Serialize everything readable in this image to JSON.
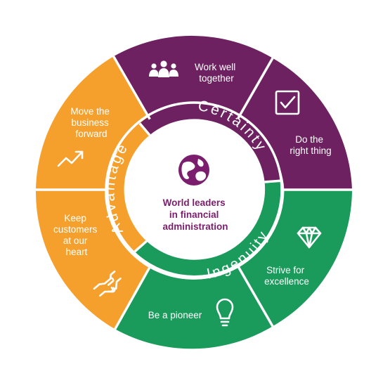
{
  "colors": {
    "purple": "#6e2160",
    "orange": "#f5a02c",
    "green": "#1a9b5b",
    "center_text": "#7b1e6e",
    "logo": "#7b1e6e"
  },
  "center": {
    "lines": [
      "World leaders",
      "in financial",
      "administration"
    ]
  },
  "ring": {
    "certainty": "Certainty",
    "ingenuity": "Ingenuity",
    "advantage": "Advantage"
  },
  "segments": [
    {
      "id": "work-well-together",
      "lines": [
        "Work well",
        "together"
      ],
      "icon": "people-icon",
      "color": "purple"
    },
    {
      "id": "do-the-right-thing",
      "lines": [
        "Do the",
        "right thing"
      ],
      "icon": "checkbox-icon",
      "color": "purple"
    },
    {
      "id": "strive-for-excellence",
      "lines": [
        "Strive for",
        "excellence"
      ],
      "icon": "diamond-icon",
      "color": "green"
    },
    {
      "id": "be-a-pioneer",
      "lines": [
        "Be a pioneer"
      ],
      "icon": "lightbulb-icon",
      "color": "green"
    },
    {
      "id": "keep-customers-at-our-heart",
      "lines": [
        "Keep",
        "customers",
        "at our",
        "heart"
      ],
      "icon": "handshake-icon",
      "color": "orange"
    },
    {
      "id": "move-the-business-forward",
      "lines": [
        "Move the",
        "business",
        "forward"
      ],
      "icon": "trend-arrow-icon",
      "color": "orange"
    }
  ]
}
